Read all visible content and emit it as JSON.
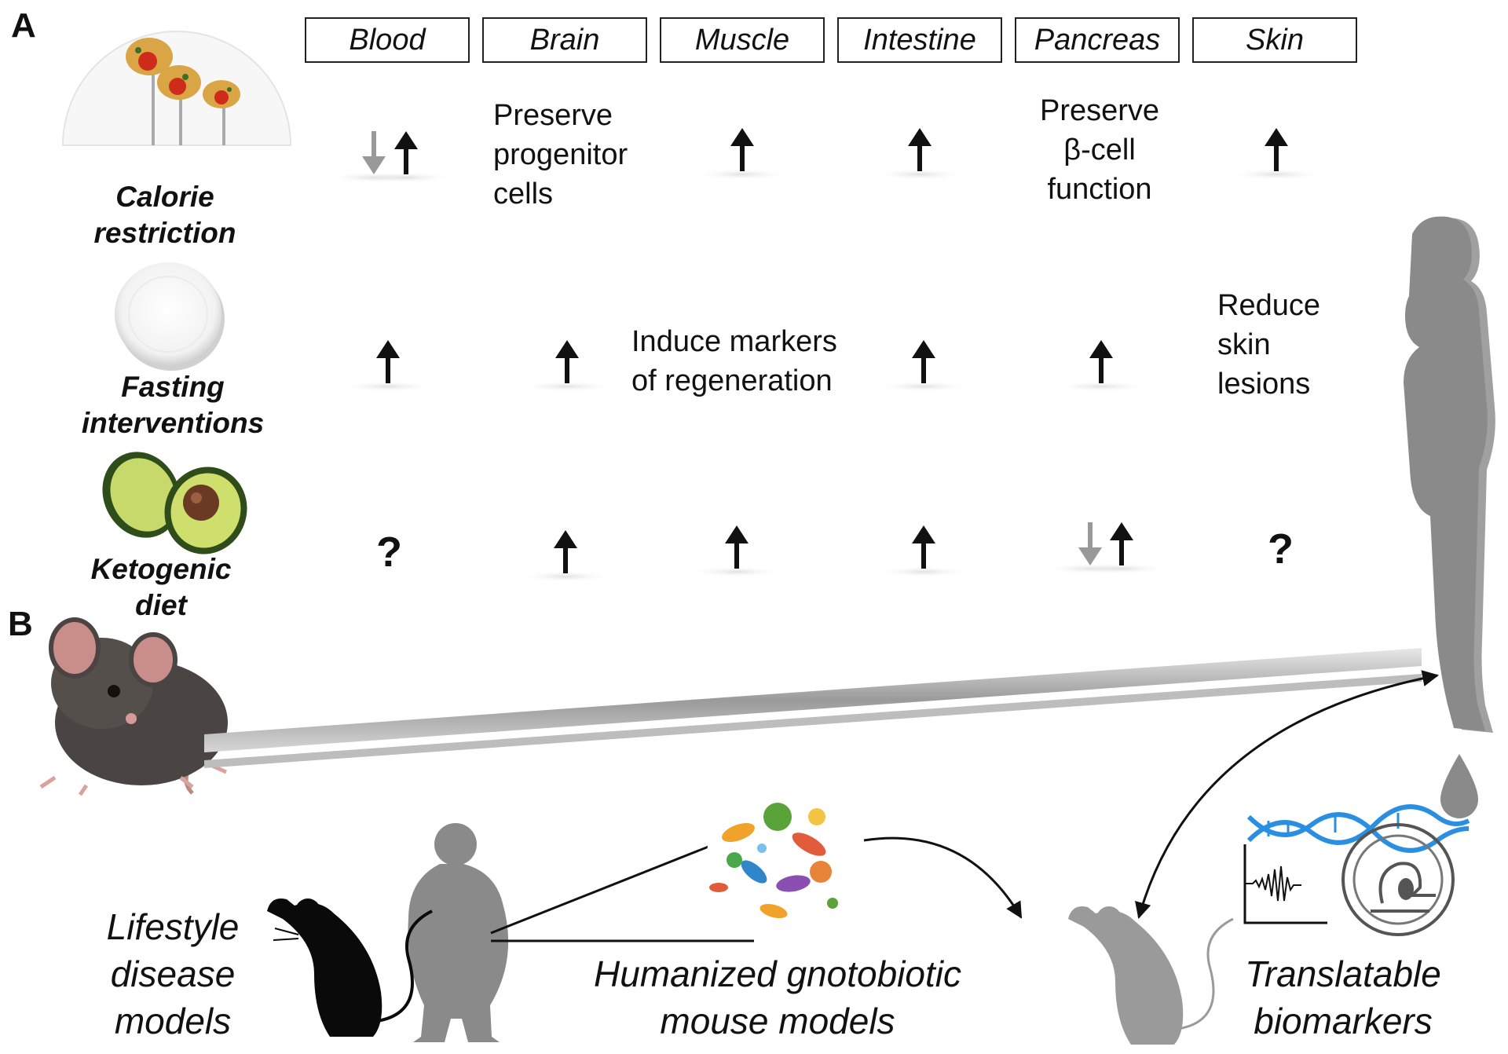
{
  "panels": {
    "a": "A",
    "b": "B"
  },
  "tissues": [
    "Blood",
    "Brain",
    "Muscle",
    "Intestine",
    "Pancreas",
    "Skin"
  ],
  "diets": {
    "calorie_restriction": "Calorie\nrestriction",
    "fasting": "Fasting\ninterventions",
    "ketogenic": "Ketogenic\ndiet"
  },
  "effects": {
    "brain_cr": "Preserve\nprogenitor\ncells",
    "pancreas_cr": "Preserve\nβ-cell\nfunction",
    "muscle_fasting": "Induce markers\nof regeneration",
    "skin_fasting": "Reduce\nskin\nlesions",
    "unknown_mark": "?"
  },
  "bottom": {
    "lifestyle": "Lifestyle\ndisease\nmodels",
    "humanized": "Humanized gnotobiotic\nmouse models",
    "biomarkers": "Translatable\nbiomarkers"
  },
  "colors": {
    "arrow_up": "#111111",
    "arrow_down": "#999999",
    "silhouette": "#8a8a8a",
    "dna": "#2a8fe0"
  },
  "icons": [
    "pasta-forks-icon",
    "empty-plate-icon",
    "avocado-icon",
    "mouse-photo-icon",
    "human-silhouette-icon",
    "obese-human-icon",
    "microbiome-icon",
    "dna-icon",
    "droplet-icon",
    "signal-icon",
    "scanner-icon"
  ]
}
